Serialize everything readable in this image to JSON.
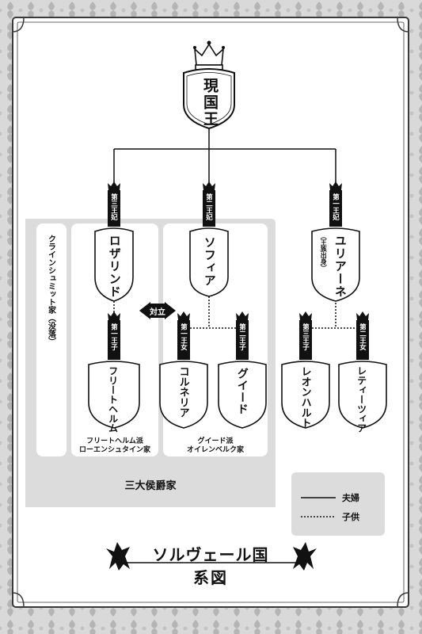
{
  "king": {
    "name": "現国王"
  },
  "consorts": [
    {
      "rank": "第三王妃",
      "name": "ロザリンド"
    },
    {
      "rank": "第二王妃",
      "name": "ソフィア"
    },
    {
      "rank": "第一王妃",
      "name": "ユリアーネ",
      "note": "（王族出身）"
    }
  ],
  "children": [
    {
      "rank": "第一王子",
      "name": "フリートヘルム"
    },
    {
      "rank": "第一王女",
      "name": "コルネリア"
    },
    {
      "rank": "第二王子",
      "name": "グイード"
    },
    {
      "rank": "第三王子",
      "name": "レオンハルト"
    },
    {
      "rank": "第二王女",
      "name": "レティーツィア"
    }
  ],
  "rivalry_label": "対立",
  "house_klein": "クラインシュミット家（没落）",
  "faction_fh": {
    "line1": "フリートヘルム派",
    "line2": "ローエンシュタイン家"
  },
  "faction_gu": {
    "line1": "グイード派",
    "line2": "オイレンベルク家"
  },
  "three_houses": "三大侯爵家",
  "legend": {
    "spouse": "夫婦",
    "child": "子供"
  },
  "title": {
    "line1": "ソルヴェール国",
    "line2": "系図"
  }
}
